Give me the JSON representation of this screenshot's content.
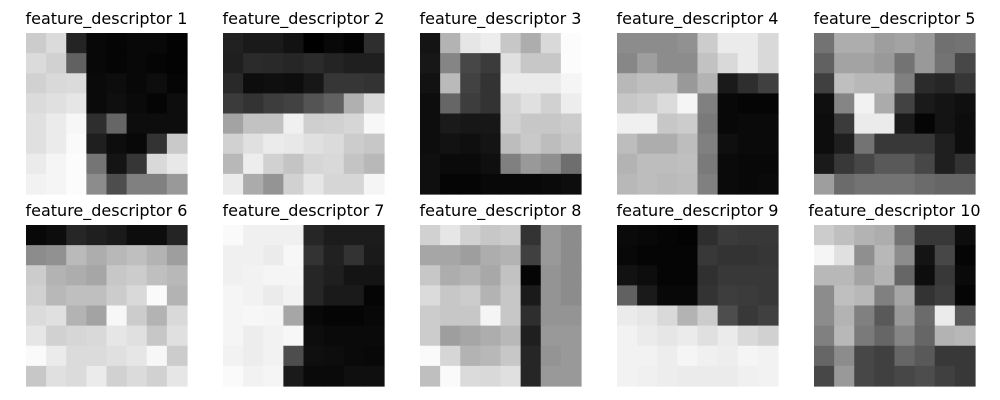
{
  "chart_data": {
    "type": "heatmap",
    "colormap": "gray",
    "grid": false,
    "axes": false,
    "panel_layout": {
      "rows": 2,
      "cols": 5
    },
    "panels": [
      {
        "title": "feature_descriptor 1",
        "values": [
          [
            0.8,
            0.86,
            0.14,
            0.03,
            0.02,
            0.03,
            0.03,
            0.01
          ],
          [
            0.86,
            0.82,
            0.38,
            0.03,
            0.02,
            0.03,
            0.02,
            0.01
          ],
          [
            0.82,
            0.85,
            0.86,
            0.04,
            0.05,
            0.03,
            0.05,
            0.02
          ],
          [
            0.86,
            0.88,
            0.9,
            0.04,
            0.06,
            0.04,
            0.02,
            0.05
          ],
          [
            0.88,
            0.92,
            0.97,
            0.18,
            0.4,
            0.05,
            0.05,
            0.05
          ],
          [
            0.88,
            0.92,
            0.98,
            0.12,
            0.05,
            0.03,
            0.2,
            0.79
          ],
          [
            0.92,
            0.96,
            0.99,
            0.46,
            0.08,
            0.21,
            0.85,
            0.91
          ],
          [
            0.95,
            0.96,
            0.99,
            0.55,
            0.3,
            0.5,
            0.5,
            0.6
          ]
        ]
      },
      {
        "title": "feature_descriptor 2",
        "values": [
          [
            0.13,
            0.1,
            0.1,
            0.07,
            0.0,
            0.03,
            0.01,
            0.18
          ],
          [
            0.12,
            0.17,
            0.16,
            0.15,
            0.17,
            0.14,
            0.12,
            0.12
          ],
          [
            0.16,
            0.05,
            0.06,
            0.05,
            0.09,
            0.21,
            0.21,
            0.2
          ],
          [
            0.23,
            0.2,
            0.24,
            0.26,
            0.33,
            0.38,
            0.69,
            0.85
          ],
          [
            0.64,
            0.76,
            0.76,
            0.94,
            0.81,
            0.82,
            0.84,
            0.97
          ],
          [
            0.82,
            0.88,
            0.92,
            0.91,
            0.88,
            0.86,
            0.8,
            0.78
          ],
          [
            0.72,
            0.93,
            0.82,
            0.77,
            0.84,
            0.85,
            0.77,
            0.72
          ],
          [
            0.92,
            0.67,
            0.58,
            0.82,
            0.9,
            0.84,
            0.84,
            0.96
          ]
        ]
      },
      {
        "title": "feature_descriptor 3",
        "values": [
          [
            0.08,
            0.7,
            0.9,
            0.93,
            0.78,
            0.68,
            0.85,
            0.99
          ],
          [
            0.09,
            0.52,
            0.28,
            0.23,
            0.88,
            0.78,
            0.78,
            0.99
          ],
          [
            0.07,
            0.73,
            0.26,
            0.2,
            0.92,
            0.92,
            0.92,
            0.96
          ],
          [
            0.05,
            0.4,
            0.24,
            0.2,
            0.83,
            0.88,
            0.82,
            0.93
          ],
          [
            0.05,
            0.1,
            0.09,
            0.09,
            0.82,
            0.78,
            0.78,
            0.8
          ],
          [
            0.05,
            0.07,
            0.06,
            0.08,
            0.74,
            0.79,
            0.74,
            0.78
          ],
          [
            0.06,
            0.04,
            0.04,
            0.06,
            0.5,
            0.6,
            0.56,
            0.43
          ],
          [
            0.06,
            0.02,
            0.02,
            0.03,
            0.03,
            0.03,
            0.04,
            0.05
          ]
        ]
      },
      {
        "title": "feature_descriptor 4",
        "values": [
          [
            0.55,
            0.55,
            0.55,
            0.57,
            0.8,
            0.92,
            0.92,
            0.85
          ],
          [
            0.53,
            0.62,
            0.55,
            0.55,
            0.76,
            0.85,
            0.92,
            0.85
          ],
          [
            0.72,
            0.75,
            0.75,
            0.6,
            0.7,
            0.1,
            0.18,
            0.25
          ],
          [
            0.78,
            0.8,
            0.86,
            0.96,
            0.5,
            0.03,
            0.02,
            0.02
          ],
          [
            0.94,
            0.94,
            0.78,
            0.8,
            0.48,
            0.03,
            0.04,
            0.04
          ],
          [
            0.74,
            0.68,
            0.68,
            0.74,
            0.5,
            0.06,
            0.04,
            0.04
          ],
          [
            0.7,
            0.74,
            0.74,
            0.75,
            0.48,
            0.04,
            0.03,
            0.03
          ],
          [
            0.72,
            0.74,
            0.73,
            0.74,
            0.5,
            0.04,
            0.03,
            0.04
          ]
        ]
      },
      {
        "title": "feature_descriptor 5",
        "values": [
          [
            0.45,
            0.68,
            0.68,
            0.62,
            0.64,
            0.6,
            0.44,
            0.45
          ],
          [
            0.38,
            0.64,
            0.64,
            0.6,
            0.45,
            0.6,
            0.45,
            0.28
          ],
          [
            0.25,
            0.75,
            0.72,
            0.72,
            0.5,
            0.17,
            0.15,
            0.21
          ],
          [
            0.06,
            0.52,
            0.95,
            0.67,
            0.26,
            0.1,
            0.08,
            0.06
          ],
          [
            0.05,
            0.23,
            0.92,
            0.92,
            0.1,
            0.02,
            0.08,
            0.05
          ],
          [
            0.05,
            0.12,
            0.45,
            0.22,
            0.22,
            0.22,
            0.12,
            0.05
          ],
          [
            0.1,
            0.22,
            0.28,
            0.35,
            0.35,
            0.28,
            0.12,
            0.2
          ],
          [
            0.62,
            0.42,
            0.45,
            0.45,
            0.45,
            0.42,
            0.4,
            0.4
          ]
        ]
      },
      {
        "title": "feature_descriptor 6",
        "values": [
          [
            0.03,
            0.05,
            0.15,
            0.12,
            0.1,
            0.05,
            0.05,
            0.14
          ],
          [
            0.55,
            0.57,
            0.73,
            0.68,
            0.72,
            0.75,
            0.7,
            0.62
          ],
          [
            0.8,
            0.7,
            0.68,
            0.65,
            0.78,
            0.8,
            0.75,
            0.72
          ],
          [
            0.82,
            0.72,
            0.75,
            0.75,
            0.8,
            0.85,
            0.98,
            0.7
          ],
          [
            0.86,
            0.88,
            0.7,
            0.64,
            0.97,
            0.8,
            0.7,
            0.85
          ],
          [
            0.9,
            0.82,
            0.84,
            0.85,
            0.9,
            0.88,
            0.78,
            0.88
          ],
          [
            0.98,
            0.92,
            0.86,
            0.86,
            0.88,
            0.9,
            0.97,
            0.8
          ],
          [
            0.78,
            0.88,
            0.86,
            0.92,
            0.82,
            0.86,
            0.82,
            0.9
          ]
        ]
      },
      {
        "title": "feature_descriptor 7",
        "values": [
          [
            0.98,
            0.94,
            0.94,
            0.94,
            0.15,
            0.11,
            0.11,
            0.11
          ],
          [
            0.94,
            0.94,
            0.92,
            0.97,
            0.2,
            0.13,
            0.2,
            0.1
          ],
          [
            0.94,
            0.95,
            0.96,
            0.96,
            0.15,
            0.12,
            0.08,
            0.08
          ],
          [
            0.96,
            0.95,
            0.92,
            0.95,
            0.15,
            0.1,
            0.1,
            0.02
          ],
          [
            0.96,
            0.97,
            0.96,
            0.65,
            0.03,
            0.02,
            0.02,
            0.03
          ],
          [
            0.96,
            0.93,
            0.95,
            0.97,
            0.05,
            0.04,
            0.04,
            0.04
          ],
          [
            0.95,
            0.93,
            0.95,
            0.3,
            0.06,
            0.05,
            0.04,
            0.03
          ],
          [
            0.98,
            0.95,
            0.96,
            0.1,
            0.04,
            0.04,
            0.06,
            0.06
          ]
        ]
      },
      {
        "title": "feature_descriptor 8",
        "values": [
          [
            0.82,
            0.9,
            0.82,
            0.78,
            0.8,
            0.2,
            0.6,
            0.55
          ],
          [
            0.65,
            0.65,
            0.62,
            0.68,
            0.7,
            0.25,
            0.6,
            0.55
          ],
          [
            0.78,
            0.68,
            0.7,
            0.66,
            0.76,
            0.02,
            0.58,
            0.55
          ],
          [
            0.86,
            0.78,
            0.8,
            0.7,
            0.78,
            0.1,
            0.58,
            0.55
          ],
          [
            0.8,
            0.78,
            0.78,
            0.96,
            0.78,
            0.18,
            0.58,
            0.58
          ],
          [
            0.8,
            0.62,
            0.65,
            0.68,
            0.72,
            0.12,
            0.6,
            0.6
          ],
          [
            0.98,
            0.84,
            0.7,
            0.72,
            0.78,
            0.15,
            0.58,
            0.6
          ],
          [
            0.75,
            0.98,
            0.86,
            0.85,
            0.88,
            0.15,
            0.6,
            0.6
          ]
        ]
      },
      {
        "title": "feature_descriptor 9",
        "values": [
          [
            0.04,
            0.03,
            0.02,
            0.01,
            0.18,
            0.23,
            0.22,
            0.22
          ],
          [
            0.03,
            0.02,
            0.02,
            0.02,
            0.22,
            0.2,
            0.2,
            0.21
          ],
          [
            0.07,
            0.05,
            0.02,
            0.02,
            0.19,
            0.22,
            0.22,
            0.22
          ],
          [
            0.38,
            0.1,
            0.03,
            0.03,
            0.2,
            0.24,
            0.23,
            0.22
          ],
          [
            0.92,
            0.9,
            0.85,
            0.7,
            0.8,
            0.3,
            0.22,
            0.25
          ],
          [
            0.95,
            0.92,
            0.9,
            0.92,
            0.88,
            0.92,
            0.85,
            0.82
          ],
          [
            0.95,
            0.95,
            0.93,
            0.96,
            0.94,
            0.93,
            0.96,
            0.95
          ],
          [
            0.95,
            0.94,
            0.93,
            0.92,
            0.92,
            0.92,
            0.94,
            0.95
          ]
        ]
      },
      {
        "title": "feature_descriptor 10",
        "values": [
          [
            0.8,
            0.75,
            0.7,
            0.68,
            0.45,
            0.22,
            0.22,
            0.05
          ],
          [
            0.96,
            0.88,
            0.56,
            0.72,
            0.55,
            0.08,
            0.28,
            0.02
          ],
          [
            0.72,
            0.72,
            0.64,
            0.7,
            0.4,
            0.05,
            0.22,
            0.04
          ],
          [
            0.55,
            0.75,
            0.72,
            0.5,
            0.65,
            0.2,
            0.24,
            0.02
          ],
          [
            0.55,
            0.7,
            0.5,
            0.35,
            0.6,
            0.42,
            0.92,
            0.35
          ],
          [
            0.5,
            0.72,
            0.48,
            0.4,
            0.52,
            0.4,
            0.7,
            0.72
          ],
          [
            0.4,
            0.55,
            0.28,
            0.25,
            0.4,
            0.35,
            0.22,
            0.22
          ],
          [
            0.28,
            0.6,
            0.28,
            0.25,
            0.28,
            0.3,
            0.25,
            0.22
          ]
        ]
      }
    ]
  }
}
